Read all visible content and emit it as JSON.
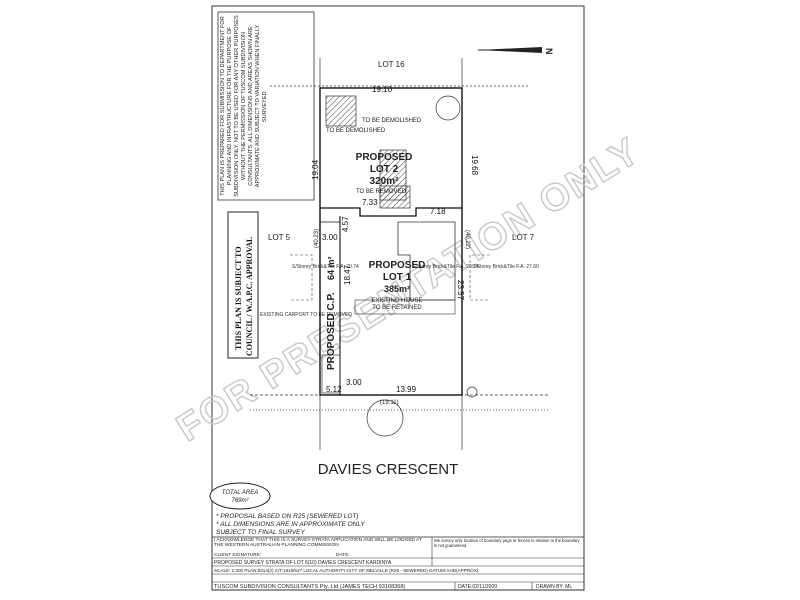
{
  "disclaimer_text": "THIS PLAN IS PREPARED FOR SUBMISSION TO DEPARTMENT FOR PLANNING AND INFRASTRUCTURE FOR THE PURPOSE OF SUBDIVISION ONLY. NOT TO BE USED FOR ANY OTHER PURPOSES WITHOUT THE PERMISSION OF TUSCOM SUBDIVISION CONSULTANTS. ALL DIMENSIONS AND AREAS SHOWN ARE APPROXIMATE AND SUBJECT TO VARIATION WHEN FINALLY SURVEYED.",
  "approval_stamp": [
    "THIS PLAN IS SUBJECT TO",
    "COUNCIL / W.A.P.C. APPROVAL"
  ],
  "watermark": "FOR PRESENTATION ONLY",
  "north": "N",
  "lots": {
    "top": "LOT 16",
    "left": "LOT 5",
    "right": "LOT 7"
  },
  "proposed_lot2": {
    "line1": "PROPOSED",
    "line2": "LOT 2",
    "area": "320m²"
  },
  "proposed_lot1": {
    "line1": "PROPOSED",
    "line2": "LOT 1",
    "area": "385m²",
    "note1": "EXISTING HOUSE",
    "note2": "TO BE RETAINED"
  },
  "common_property": {
    "label": "PROPOSED C.P.",
    "area": "64 m²"
  },
  "notes": {
    "demolish_a": "TO BE DEMOLISHED",
    "demolish_b": "TO BE DEMOLISHED",
    "removed": "TO BE REMOVED",
    "lot5_house": "S/Storey Brick&Tile F.A. 20.74",
    "lot1_house": "S/Storey Brick&Tile F.A. 20.74",
    "lot7_house": "S/Storey Brick&Tile F.A. 27.60",
    "carport": "EXISTING CARPORT TO BE REMOVED"
  },
  "dims": {
    "top": "19.10",
    "left_upper": "19.04",
    "right_upper": "19.68",
    "d733": "7.33",
    "d718": "7.18",
    "d457": "4.57",
    "d300": "3.00",
    "d1847": "18.47",
    "d2357": "23.57",
    "d4023l": "(40.23)",
    "d4022r": "(40.22)",
    "d300b": "3.00",
    "d512": "5.12",
    "d1399": "13.99",
    "bottom": "(19.11)"
  },
  "street": "DAVIES CRESCENT",
  "total_area": {
    "label": "TOTAL AREA",
    "value": "769m²"
  },
  "proposal_notes": [
    "* PROPOSAL BASED ON R25  (SEWERED LOT)",
    "* ALL DIMENSIONS ARE IN APPROXIMATE ONLY",
    "  SUBJECT TO FINAL SURVEY"
  ],
  "client_ack": "I ACKNOWLEDGE THAT THIS IS A SURVEY-STRATA APPLICATION AND WILL BE LODGED AT THE WESTERN AUSTRALIAN PLANNING COMMISSION",
  "client_signature": "CLIENT SIGNATURE:",
  "date_label": "DATE:",
  "side_note": "We survey only location of boundary pegs or fences in relation to the boundary is not guaranteed",
  "title_line": "PROPOSED SURVEY STRATA OF LOT 6(10) DAVIES CRESCENT KARDINYA",
  "scale_line": "SCALE: 1:300   PLAN:8314(2)  C/T:1916/527   LOCAL AUTHORITY:CITY OF MELVILLE   (R25 - SEWERED)   DATUM:AHD(APPROX)",
  "consultant_line": "TUSCOM SUBDIVISION CONSULTANTS Pty. Ltd (JAMES TECH 93168368)",
  "date_value": "DATE:02/11/2009",
  "drawn_by": "DRAWN BY: ML"
}
